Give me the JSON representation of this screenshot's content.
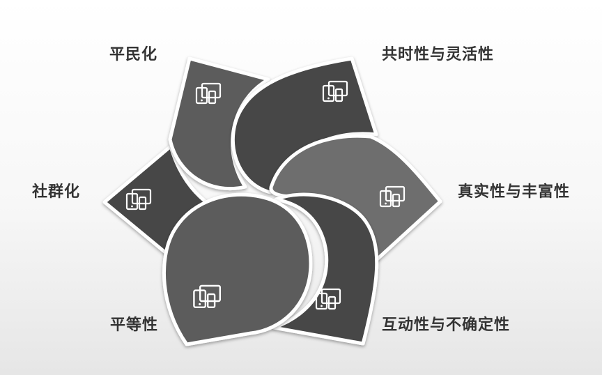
{
  "diagram": {
    "labels": {
      "top_left": "平民化",
      "top_right": "共时性与灵活性",
      "mid_left": "社群化",
      "mid_right": "真实性与丰富性",
      "bottom_left": "平等性",
      "bottom_right": "互动性与不确定性"
    },
    "petal_icon": "devices-icon",
    "colors": {
      "petal_dark": "#474747",
      "petal_mid": "#5c5c5c",
      "petal_light": "#6e6e6e",
      "petal_stroke": "#ffffff",
      "label_text": "#333333"
    }
  }
}
